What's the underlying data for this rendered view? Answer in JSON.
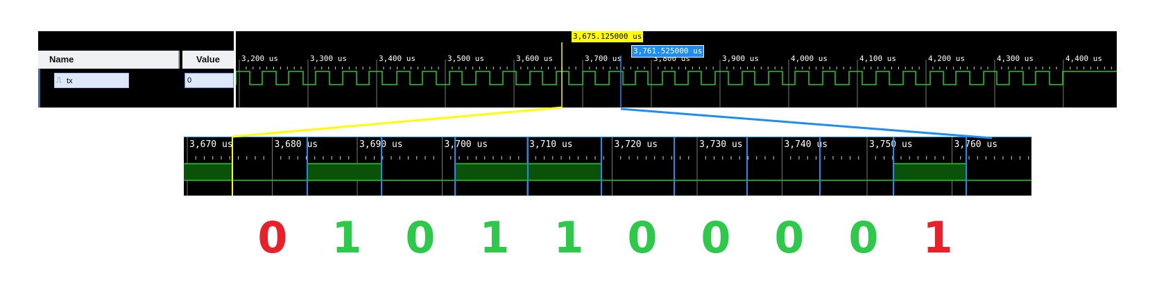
{
  "signal_panel": {
    "name_header": "Name",
    "value_header": "Value",
    "signal": {
      "name": "tx",
      "value": "0",
      "icon": "signal-wave-icon"
    }
  },
  "top_view": {
    "ticks": [
      "3,200 us",
      "3,300 us",
      "3,400 us",
      "3,500 us",
      "3,600 us",
      "3,700 us",
      "3,800 us",
      "3,900 us",
      "4,000 us",
      "4,100 us",
      "4,200 us",
      "4,300 us",
      "4,400 us"
    ],
    "cursor_yellow": "3,675.125000 us",
    "cursor_blue": "3,761.525000 us",
    "wave_transitions": [
      0,
      20,
      38,
      58,
      76,
      97,
      115,
      135,
      154,
      174,
      192,
      211,
      232,
      251,
      269,
      289,
      308,
      326,
      346,
      366,
      385,
      404,
      424,
      442,
      462,
      480,
      500,
      518,
      538,
      558,
      576,
      594,
      615,
      633,
      652,
      671,
      691,
      710,
      730,
      748,
      768,
      788,
      806,
      826,
      846,
      864,
      884,
      903,
      923,
      942,
      962,
      980,
      1001,
      1020,
      1038,
      1058,
      1078,
      1097,
      1115,
      1135,
      1153,
      1173,
      1192
    ]
  },
  "zoom_view": {
    "ticks": [
      "3,670 us",
      "3,680 us",
      "3,690 us",
      "3,700 us",
      "3,710 us",
      "3,720 us",
      "3,730 us",
      "3,740 us",
      "3,750 us",
      "3,760 us"
    ],
    "wave_levels": [
      1,
      0,
      1,
      0,
      1,
      1,
      0,
      0,
      0,
      0,
      1,
      0
    ]
  },
  "decoded_bits": [
    {
      "value": "0",
      "color": "#e8202a"
    },
    {
      "value": "1",
      "color": "#2ec84a"
    },
    {
      "value": "0",
      "color": "#2ec84a"
    },
    {
      "value": "1",
      "color": "#2ec84a"
    },
    {
      "value": "1",
      "color": "#2ec84a"
    },
    {
      "value": "0",
      "color": "#2ec84a"
    },
    {
      "value": "0",
      "color": "#2ec84a"
    },
    {
      "value": "0",
      "color": "#2ec84a"
    },
    {
      "value": "0",
      "color": "#2ec84a"
    },
    {
      "value": "1",
      "color": "#e8202a"
    }
  ],
  "colors": {
    "wave": "#1fd01f",
    "wave_fill": "#0a520a",
    "cursor_yellow": "#ffff00",
    "cursor_blue": "#1f8cf0",
    "grid": "#7a7a7a",
    "tick_text": "#ffffff"
  }
}
